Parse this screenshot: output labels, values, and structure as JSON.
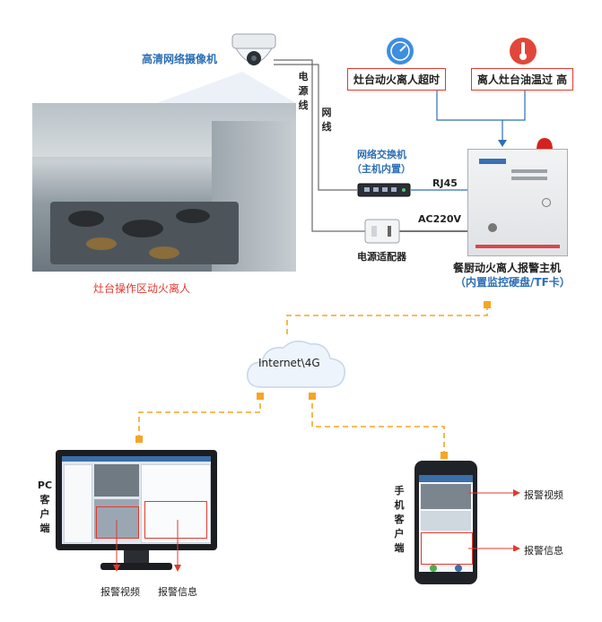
{
  "camera": {
    "label": "高清网络摄像机"
  },
  "kitchen": {
    "caption": "灶台操作区动火离人"
  },
  "cables": {
    "power_line": "电源线",
    "net_line": "网线"
  },
  "switch": {
    "title": "网络交换机",
    "subtitle": "（主机内置）"
  },
  "adapter": {
    "label": "电源适配器"
  },
  "links": {
    "rj45": "RJ45",
    "ac220": "AC220V"
  },
  "sensors": [
    {
      "label": "灶台动火离人超时",
      "icon": "gauge-icon"
    },
    {
      "label": "离人灶台油温过 高",
      "icon": "thermometer-icon"
    }
  ],
  "host": {
    "title": "餐厨动火离人报警主机",
    "subtitle": "（内置监控硬盘/TF卡）"
  },
  "cloud": {
    "label": "Internet\\4G"
  },
  "pc": {
    "label": "PC客户端",
    "callouts": [
      "报警视频",
      "报警信息"
    ]
  },
  "phone": {
    "label": "手机客户端",
    "callouts": [
      "报警视频",
      "报警信息"
    ]
  },
  "colors": {
    "blue": "#2d6fb5",
    "red": "#e03a2f",
    "orange": "#f5a623",
    "line": "#6a6a6a"
  }
}
